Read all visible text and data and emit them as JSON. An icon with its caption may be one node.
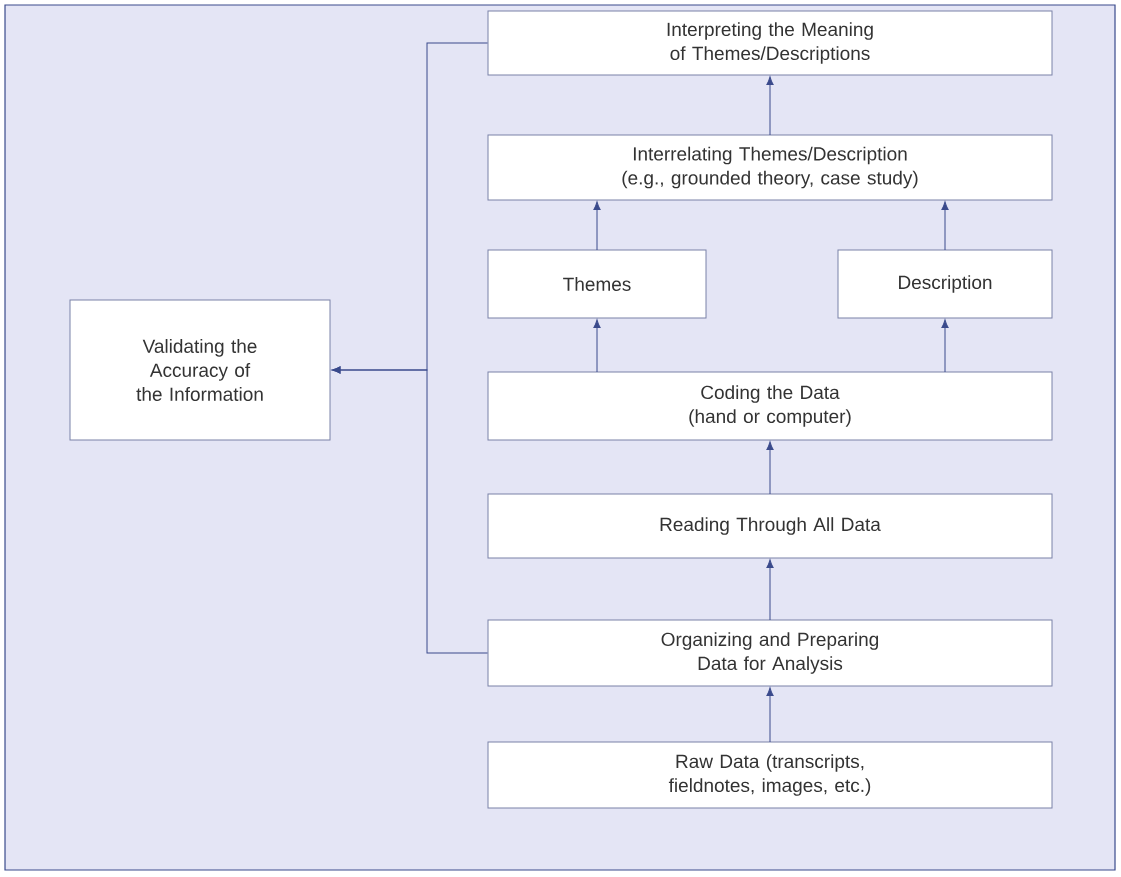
{
  "diagram": {
    "nodes": [
      {
        "text": [
          "Interpreting the Meaning of Themes/Descriptions"
        ]
      },
      {
        "text": [
          "Interrelating Themes/Description (e.g., grounded theory, case study)"
        ]
      },
      {
        "text": [
          "Themes"
        ]
      },
      {
        "text": [
          "Description"
        ]
      },
      {
        "text": [
          "Coding the Data (hand or computer)"
        ]
      },
      {
        "text": [
          "Reading Through All Data"
        ]
      },
      {
        "text": [
          "Organizing and Preparing Data for Analysis"
        ]
      },
      {
        "text": [
          "Raw Data (transcripts, fieldnotes, images, etc.)"
        ]
      },
      {
        "text": [
          "Validating the Accuracy of the Information"
        ]
      }
    ],
    "edges": [
      {
        "from": 7,
        "to": 6,
        "arrow": "to"
      },
      {
        "from": 6,
        "to": 5,
        "arrow": "to"
      },
      {
        "from": 5,
        "to": 4,
        "arrow": "to"
      },
      {
        "from": 4,
        "to": 2,
        "arrow": "to"
      },
      {
        "from": 4,
        "to": 3,
        "arrow": "to"
      },
      {
        "from": 2,
        "to": 1,
        "arrow": "to"
      },
      {
        "from": 3,
        "to": 1,
        "arrow": "to"
      },
      {
        "from": 1,
        "to": 0,
        "arrow": "to"
      },
      {
        "from": 0,
        "to": 8,
        "arrow": "to"
      },
      {
        "from": 6,
        "to": 8,
        "arrow": "to"
      }
    ]
  }
}
